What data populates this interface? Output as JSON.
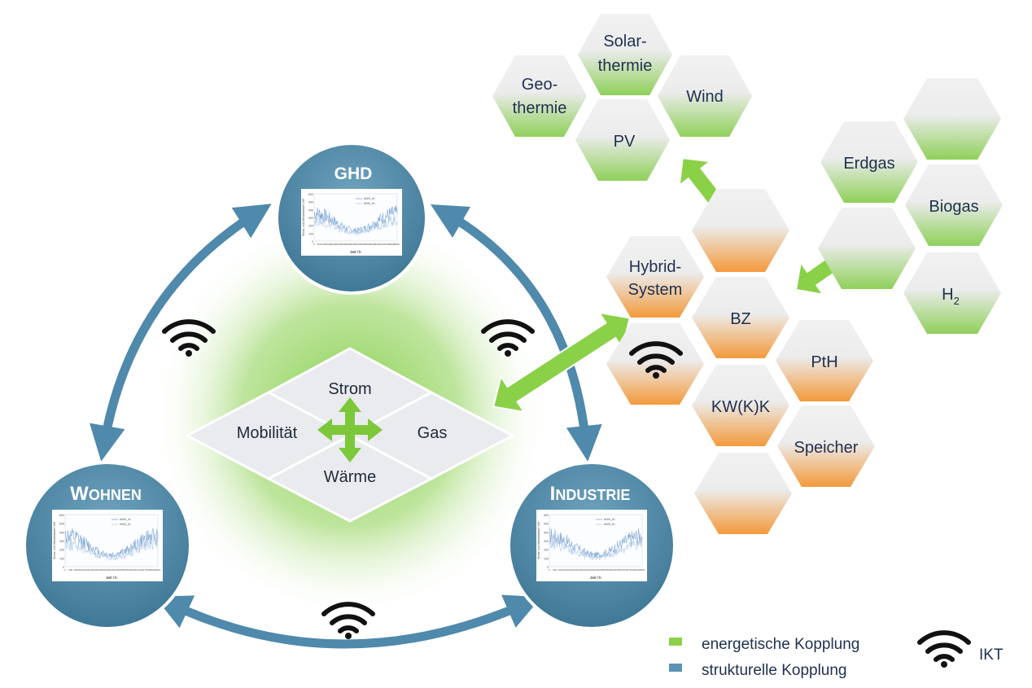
{
  "nodes": {
    "ghd": {
      "title": "GHD"
    },
    "wohnen": {
      "title": "Wohnen"
    },
    "industrie": {
      "title": "Industrie"
    }
  },
  "diamonds": {
    "top": "Strom",
    "left": "Mobilität",
    "right": "Gas",
    "bottom": "Wärme"
  },
  "hexes": {
    "solarthermie": [
      "Solar-",
      "thermie"
    ],
    "geothermie": [
      "Geo-",
      "thermie"
    ],
    "wind": "Wind",
    "pv": "PV",
    "erdgas": "Erdgas",
    "biogas": "Biogas",
    "h2": {
      "base": "H",
      "sub": "2"
    },
    "hybrid": [
      "Hybrid-",
      "System"
    ],
    "bz": "BZ",
    "pth": "PtH",
    "kwkk": "KW(K)K",
    "speicher": "Speicher"
  },
  "legend": {
    "energetic": {
      "label": "energetische Kopplung",
      "color": "#8dd14b"
    },
    "structural": {
      "label": "strukturelle Kopplung",
      "color": "#5b93b5"
    },
    "ict": {
      "label": "IKT"
    }
  },
  "colors": {
    "green_hex": "#8fd05a",
    "orange_hex": "#f39a3c",
    "node_blue": "#4f8aa8",
    "arrow_green": "#8ad148",
    "arrow_blue": "#4f89ab"
  },
  "mini_charts": {
    "legend": [
      "kWh_el",
      "kWh_th"
    ],
    "xlabel": "Zeit / h",
    "ylabel": "Strom- und Wärmebedarf / kW",
    "y_ticks": [
      "600",
      "500",
      "400",
      "300",
      "200",
      "100",
      "0"
    ],
    "x_ticks": [
      "0",
      "500",
      "1000",
      "1500",
      "2000",
      "2500",
      "3000",
      "3500",
      "4000",
      "4500",
      "5000",
      "5500",
      "6000",
      "6500",
      "7000",
      "7500",
      "8000",
      "8500"
    ]
  }
}
